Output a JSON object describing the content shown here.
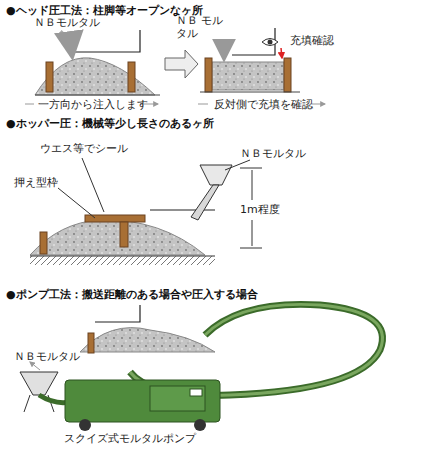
{
  "diagram": {
    "labels": [
      "●ヘッド圧工法：柱脚等オープンなヶ所",
      "ＮＢモルタル",
      "ＮＢ モルタル",
      "充填確認",
      "一方向から注入します",
      "反対側で充填を確認",
      "●ホッパー圧：機械等少し長さのあるヶ所",
      "ウエス等でシール",
      "ＮＢモルタル",
      "押え型枠",
      "1m程度",
      "●ポンプ工法：搬送距離のある場合や圧入する場合",
      "ＮＢモルタル",
      "スクイズ式モルタルポンプ"
    ]
  }
}
